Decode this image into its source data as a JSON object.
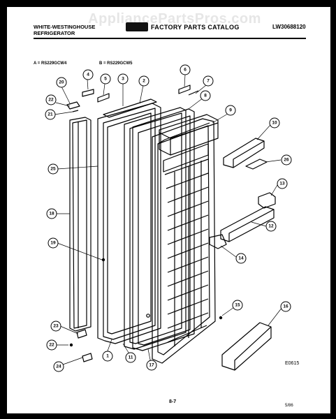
{
  "watermark": "AppliancePartsPros.com",
  "header": {
    "brand_line1": "WHITE-WESTINGHOUSE",
    "brand_line2": "REFRIGERATOR",
    "catalog_title": "FACTORY PARTS CATALOG",
    "catalog_number": "LW30688120"
  },
  "models": {
    "a": "A = RS229GCW4",
    "b": "B = RS229GCW5"
  },
  "figure_code": "E0615",
  "page_number": "8-7",
  "date_code": "5/86",
  "callouts": [
    {
      "id": "c4",
      "label": "4"
    },
    {
      "id": "c5",
      "label": "5"
    },
    {
      "id": "c3",
      "label": "3"
    },
    {
      "id": "c2",
      "label": "2"
    },
    {
      "id": "c6",
      "label": "6"
    },
    {
      "id": "c7",
      "label": "7"
    },
    {
      "id": "c8",
      "label": "8"
    },
    {
      "id": "c9",
      "label": "9"
    },
    {
      "id": "c20",
      "label": "20"
    },
    {
      "id": "c22a",
      "label": "22"
    },
    {
      "id": "c21",
      "label": "21"
    },
    {
      "id": "c10",
      "label": "10"
    },
    {
      "id": "c26",
      "label": "26"
    },
    {
      "id": "c25",
      "label": "25"
    },
    {
      "id": "c13",
      "label": "13"
    },
    {
      "id": "c18",
      "label": "18"
    },
    {
      "id": "c12",
      "label": "12"
    },
    {
      "id": "c19",
      "label": "19"
    },
    {
      "id": "c14",
      "label": "14"
    },
    {
      "id": "c15",
      "label": "15"
    },
    {
      "id": "c16",
      "label": "16"
    },
    {
      "id": "c23",
      "label": "23"
    },
    {
      "id": "c22b",
      "label": "22"
    },
    {
      "id": "c24",
      "label": "24"
    },
    {
      "id": "c1",
      "label": "1"
    },
    {
      "id": "c11",
      "label": "11"
    },
    {
      "id": "c17",
      "label": "17"
    }
  ]
}
